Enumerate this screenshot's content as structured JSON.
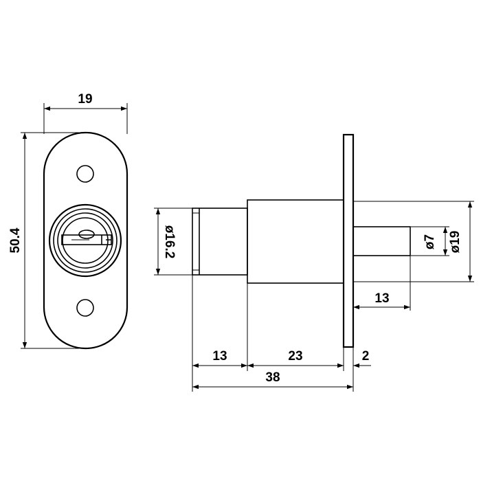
{
  "dimensions": {
    "faceplate_width": "19",
    "faceplate_height": "50.4",
    "cylinder_diameter": "ø16.2",
    "bolt_diameter": "ø7",
    "flange_diameter": "ø19",
    "bolt_length": "13",
    "front_length": "13",
    "body_length": "23",
    "flange_thickness": "2",
    "overall_length": "38"
  }
}
